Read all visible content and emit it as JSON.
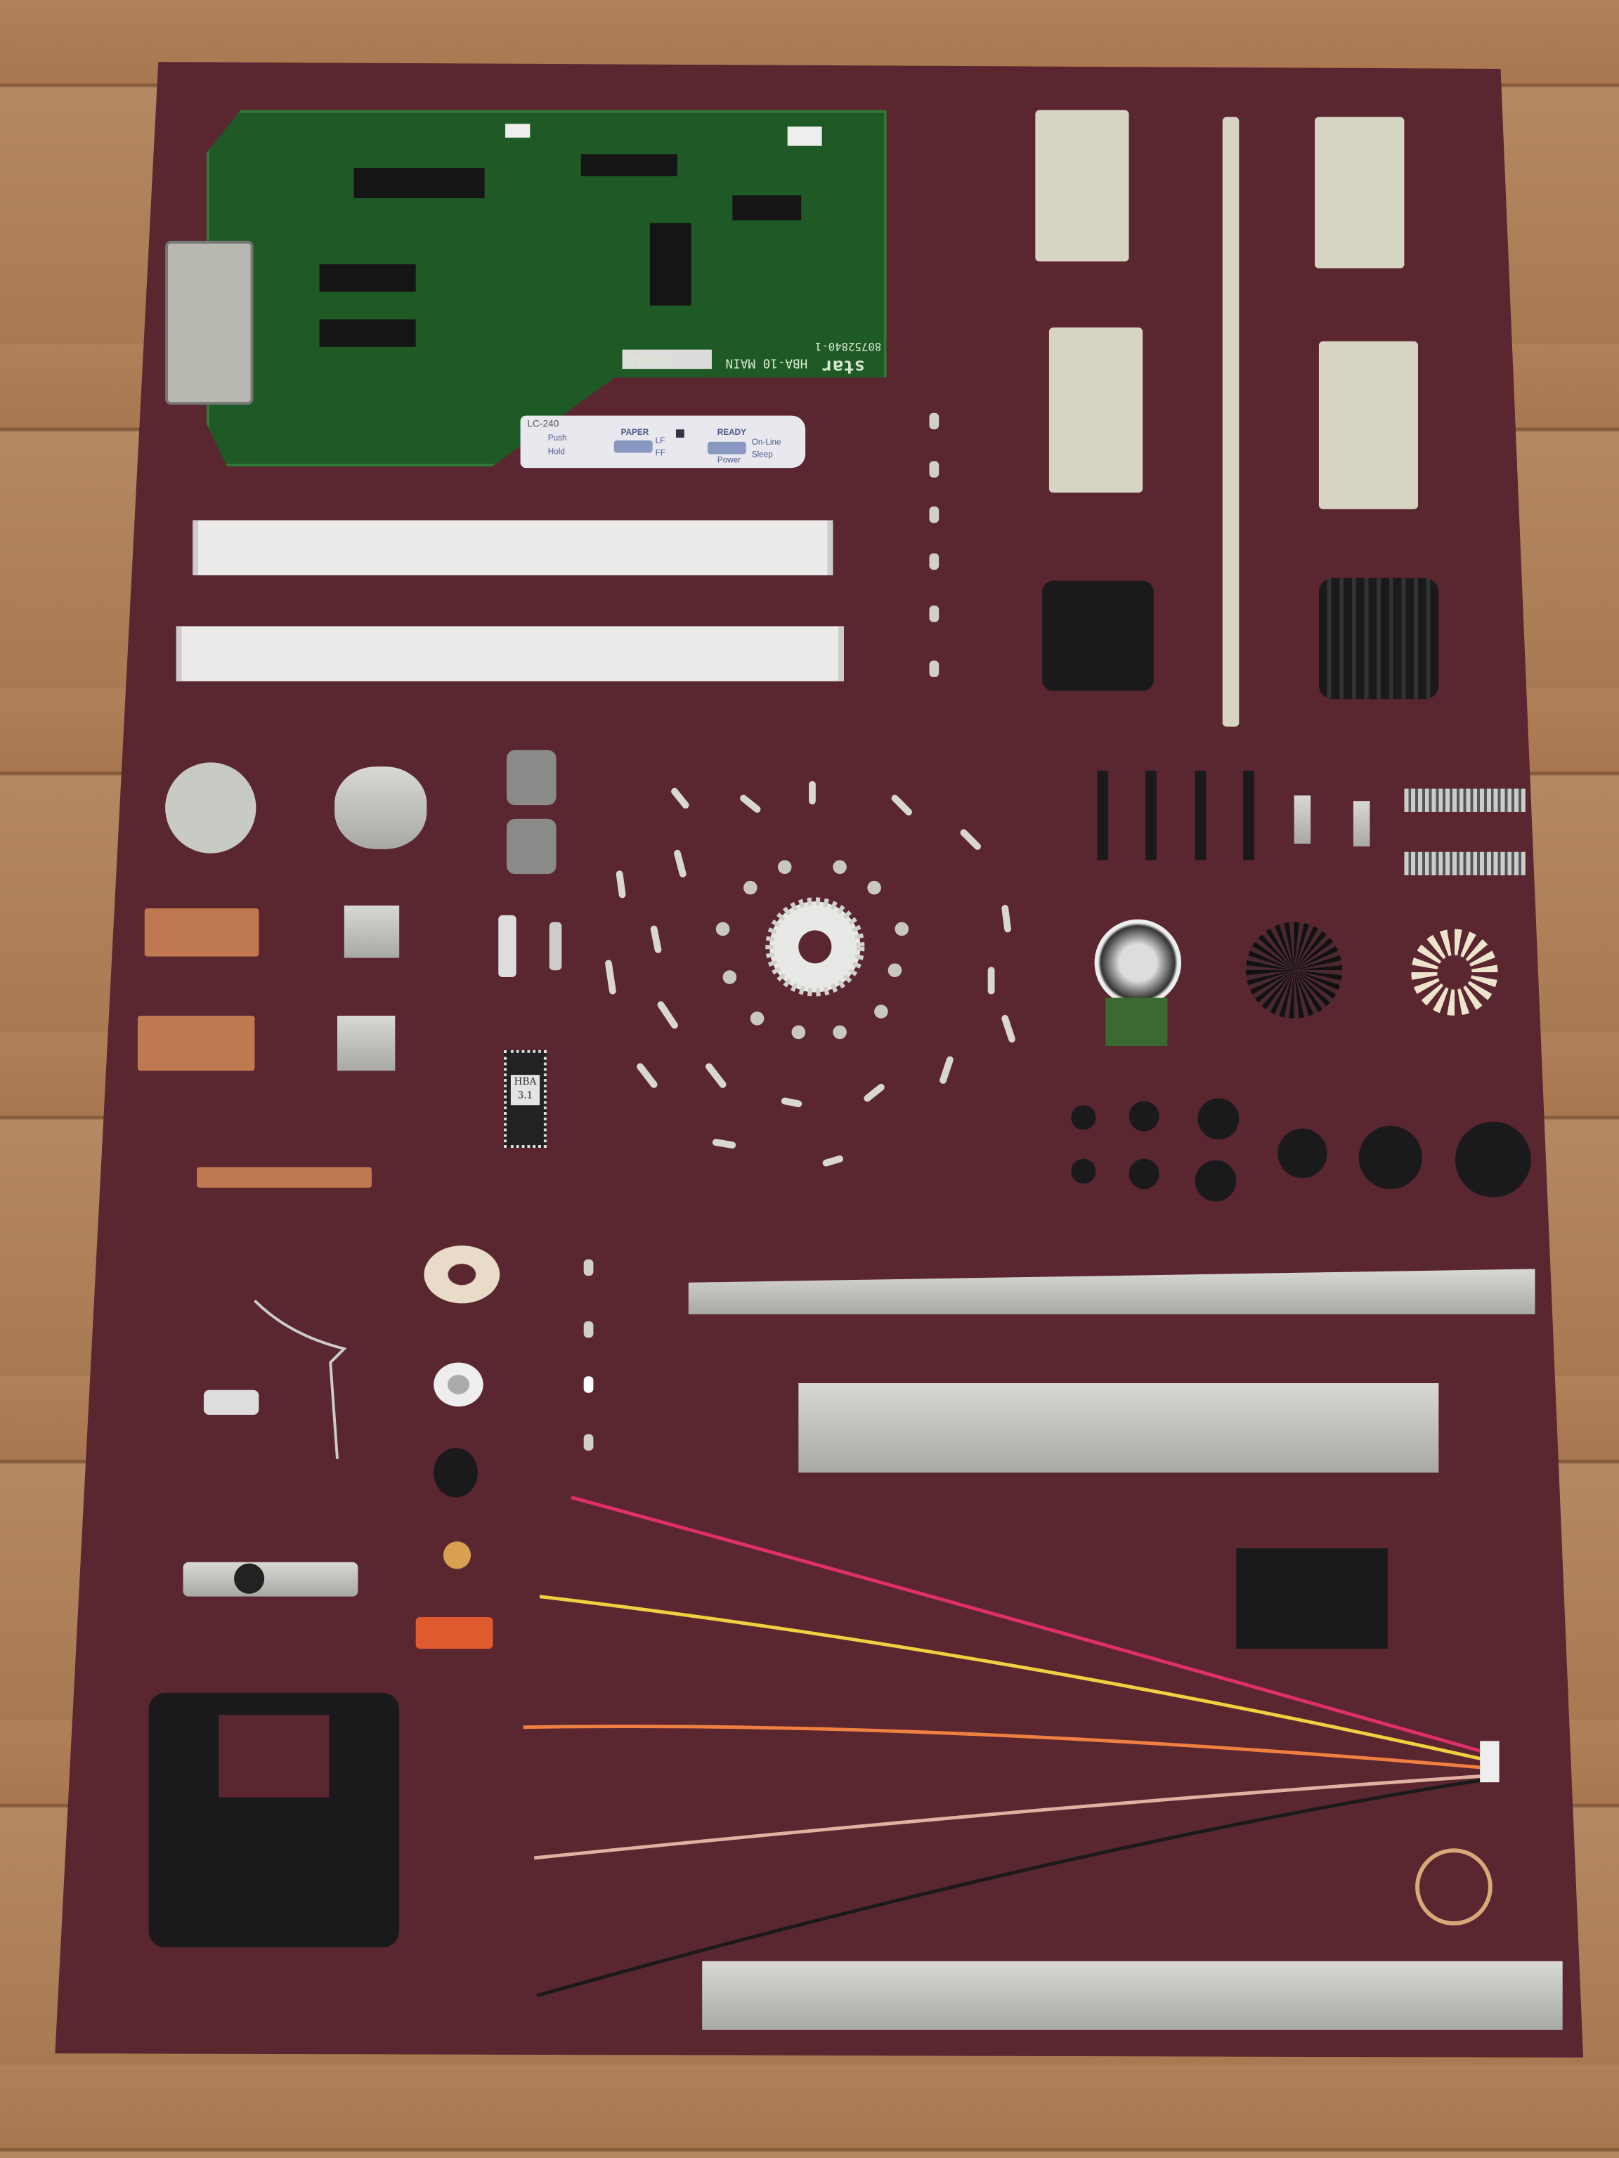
{
  "control_panel_label": {
    "model": "LC-240",
    "paper": "PAPER",
    "ready": "READY",
    "push": "Push",
    "hold": "Hold",
    "lf": "LF",
    "ff": "FF",
    "online": "On-Line",
    "sleep": "Sleep",
    "power": "Power"
  },
  "pcb": {
    "brand": "star",
    "board_name": "HBA-10 MAIN",
    "part_number": "80752840-1",
    "sticker": "8000419"
  },
  "eprom_label": {
    "line1": "HBA",
    "line2": "3.1"
  },
  "colors": {
    "board": "#5a2630",
    "pcb": "#1f5a26",
    "wood": "#a87a52"
  }
}
